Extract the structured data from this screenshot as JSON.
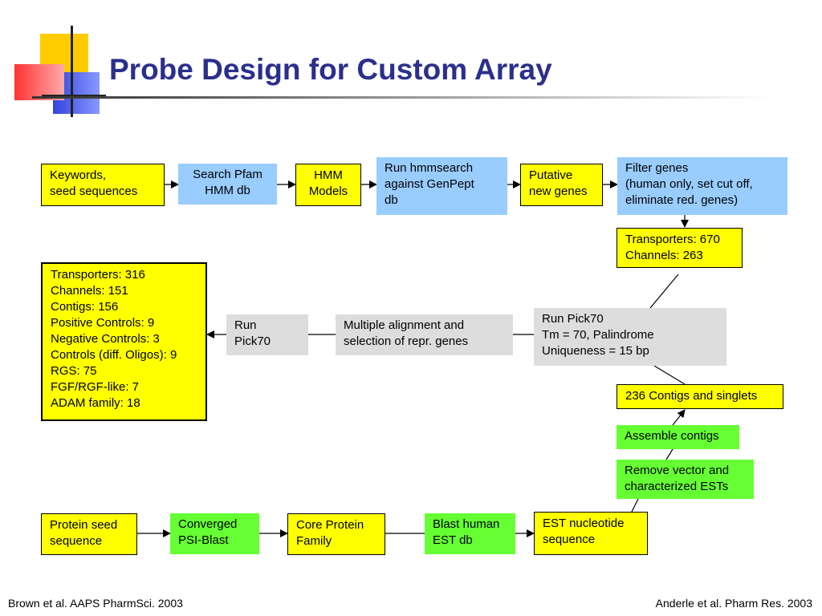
{
  "title": "Probe Design for Custom Array",
  "boxes": {
    "keywords": "Keywords,\nseed sequences",
    "search_pfam": "Search Pfam\nHMM db",
    "hmm_models": "HMM\nModels",
    "run_hmmsearch": "Run hmmsearch\nagainst GenPept\ndb",
    "putative": "Putative\nnew genes",
    "filter": "Filter genes\n(human only, set cut off,\neliminate red. genes)",
    "transporters_670": "Transporters: 670\nChannels: 263",
    "summary": "Transporters: 316\nChannels: 151\nContigs: 156\nPositive Controls: 9\nNegative Controls: 3\nControls (diff. Oligos): 9\nRGS: 75\nFGF/RGF-like: 7\nADAM family: 18",
    "run_pick70_left": "Run\nPick70",
    "multiple_alignment": "Multiple alignment and\nselection of repr. genes",
    "run_pick70_right": "Run Pick70\nTm = 70, Palindrome\nUniqueness = 15 bp",
    "contigs_236": "236 Contigs and singlets",
    "assemble": "Assemble contigs",
    "remove_vector": "Remove vector and\ncharacterized ESTs",
    "protein_seed": "Protein seed\nsequence",
    "converged": "Converged\nPSI-Blast",
    "core_protein": "Core Protein\nFamily",
    "blast_human": "Blast human\nEST db",
    "est_nucleotide": "EST nucleotide\nsequence"
  },
  "footer": {
    "left": "Brown et al. AAPS PharmSci. 2003",
    "right": "Anderle et al. Pharm Res. 2003"
  },
  "colors": {
    "title": "#2b2f8c",
    "yellow": "#ffff00",
    "blue": "#99ccff",
    "gray": "#dddddd",
    "green": "#66ff33"
  }
}
